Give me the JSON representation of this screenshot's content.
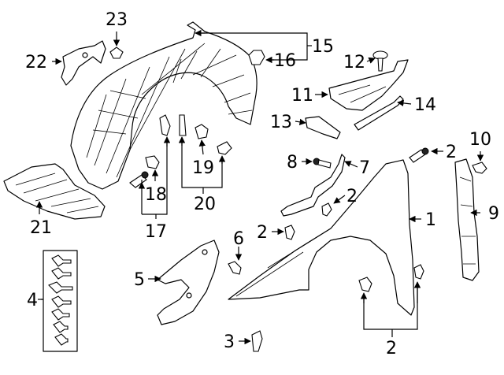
{
  "callouts": [
    "1",
    "2",
    "2",
    "2",
    "2",
    "3",
    "4",
    "5",
    "6",
    "7",
    "8",
    "9",
    "10",
    "11",
    "12",
    "13",
    "14",
    "15",
    "16",
    "17",
    "18",
    "19",
    "20",
    "21",
    "22",
    "23"
  ]
}
